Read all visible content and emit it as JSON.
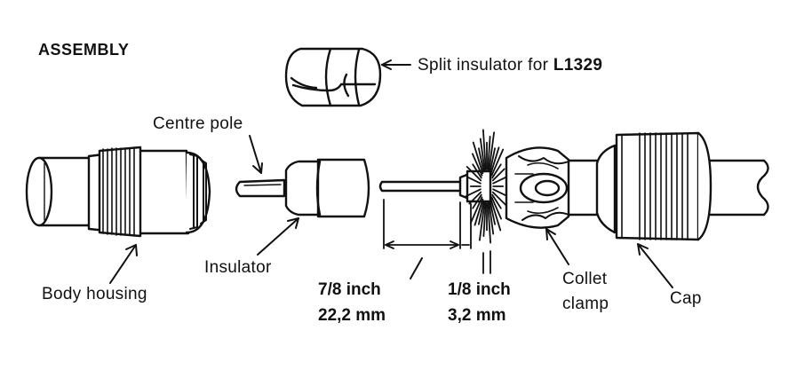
{
  "heading": "ASSEMBLY",
  "labels": {
    "split_insulator": "Split insulator for",
    "split_insulator_part": "L1329",
    "centre_pole": "Centre pole",
    "insulator": "Insulator",
    "body_housing": "Body housing",
    "collet_clamp_line1": "Collet",
    "collet_clamp_line2": "clamp",
    "cap": "Cap"
  },
  "dimensions": {
    "long_strip_imperial": "7/8 inch",
    "long_strip_metric": "22,2 mm",
    "short_strip_imperial": "1/8 inch",
    "short_strip_metric": "3,2 mm"
  },
  "colors": {
    "ink": "#111111",
    "paper": "#ffffff"
  }
}
